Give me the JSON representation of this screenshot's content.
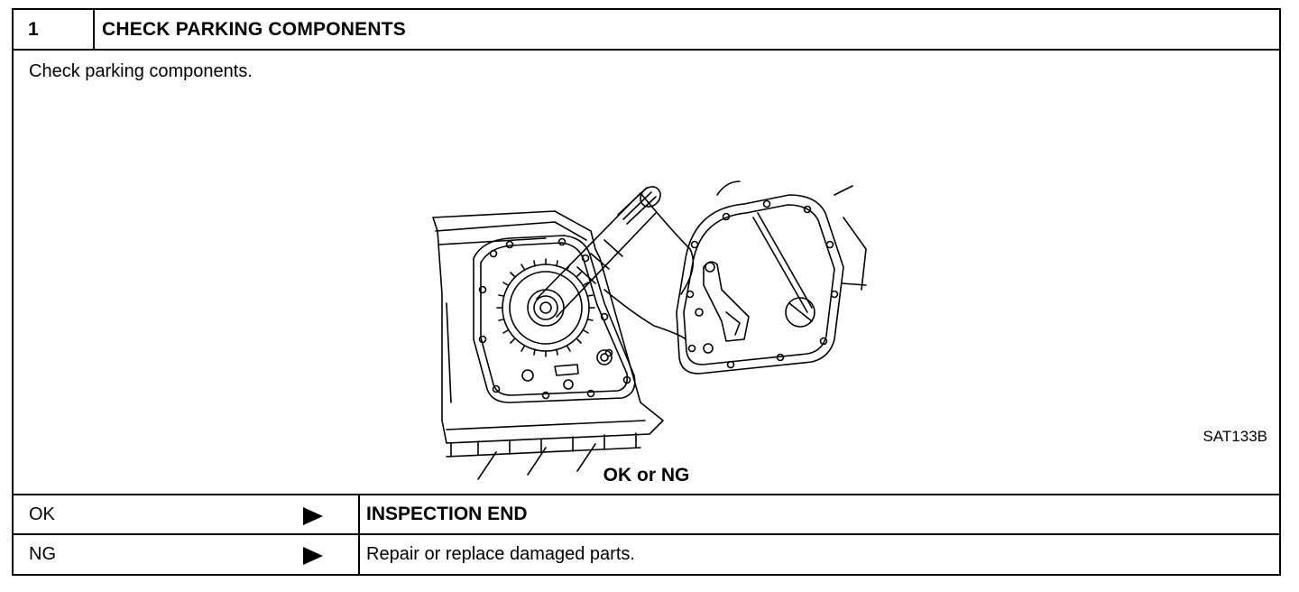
{
  "step": {
    "number": "1",
    "title": "CHECK PARKING COMPONENTS"
  },
  "instruction": "Check parking components.",
  "figure": {
    "code": "SAT133B"
  },
  "decision": "OK or NG",
  "results": [
    {
      "label": "OK",
      "action": "INSPECTION END"
    },
    {
      "label": "NG",
      "action": "Repair or replace damaged parts."
    }
  ]
}
